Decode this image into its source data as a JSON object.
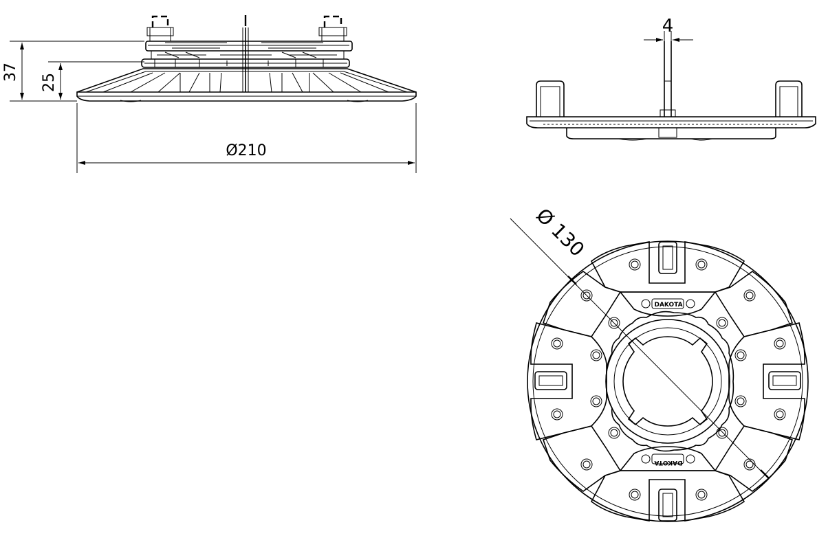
{
  "drawing": {
    "brand": "DAKOTA",
    "dimensions": {
      "total_height": "37",
      "base_height": "25",
      "base_diameter": "Ø210",
      "tab_width": "4",
      "head_diameter": "Ø 130"
    }
  }
}
